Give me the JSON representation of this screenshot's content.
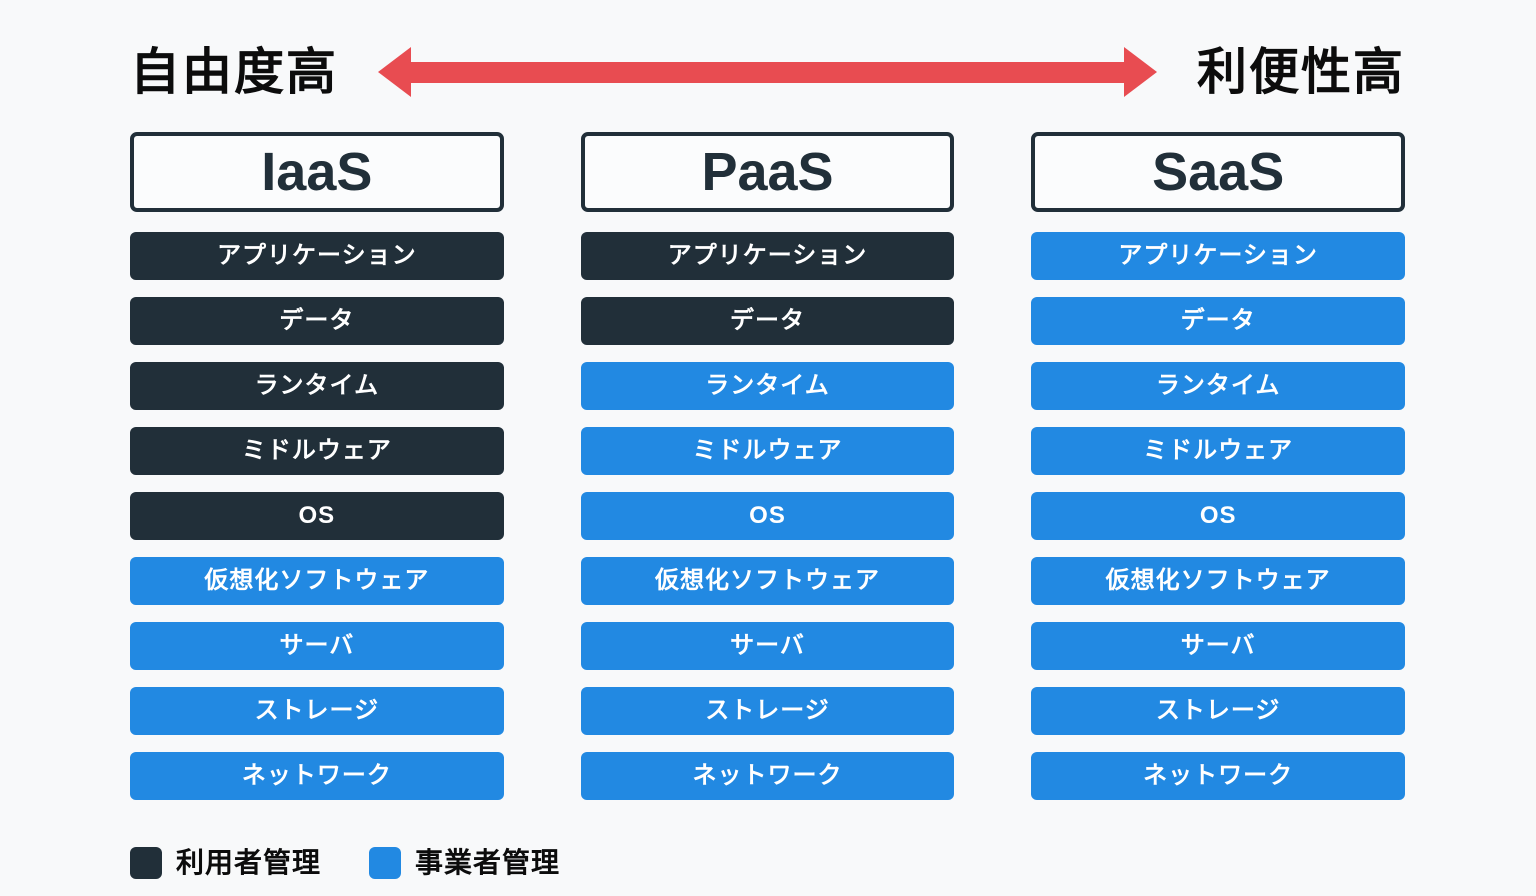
{
  "colors": {
    "bg": "#f8f9fa",
    "dark": "#212f39",
    "blue": "#2289e2",
    "arrow": "#e84c51",
    "heading": "#0c0c0c"
  },
  "header": {
    "left_label": "自由度高",
    "right_label": "利便性高"
  },
  "columns": [
    {
      "title": "IaaS",
      "layers": [
        {
          "label": "アプリケーション",
          "managed": "user"
        },
        {
          "label": "データ",
          "managed": "user"
        },
        {
          "label": "ランタイム",
          "managed": "user"
        },
        {
          "label": "ミドルウェア",
          "managed": "user"
        },
        {
          "label": "OS",
          "managed": "user"
        },
        {
          "label": "仮想化ソフトウェア",
          "managed": "provider"
        },
        {
          "label": "サーバ",
          "managed": "provider"
        },
        {
          "label": "ストレージ",
          "managed": "provider"
        },
        {
          "label": "ネットワーク",
          "managed": "provider"
        }
      ]
    },
    {
      "title": "PaaS",
      "layers": [
        {
          "label": "アプリケーション",
          "managed": "user"
        },
        {
          "label": "データ",
          "managed": "user"
        },
        {
          "label": "ランタイム",
          "managed": "provider"
        },
        {
          "label": "ミドルウェア",
          "managed": "provider"
        },
        {
          "label": "OS",
          "managed": "provider"
        },
        {
          "label": "仮想化ソフトウェア",
          "managed": "provider"
        },
        {
          "label": "サーバ",
          "managed": "provider"
        },
        {
          "label": "ストレージ",
          "managed": "provider"
        },
        {
          "label": "ネットワーク",
          "managed": "provider"
        }
      ]
    },
    {
      "title": "SaaS",
      "layers": [
        {
          "label": "アプリケーション",
          "managed": "provider"
        },
        {
          "label": "データ",
          "managed": "provider"
        },
        {
          "label": "ランタイム",
          "managed": "provider"
        },
        {
          "label": "ミドルウェア",
          "managed": "provider"
        },
        {
          "label": "OS",
          "managed": "provider"
        },
        {
          "label": "仮想化ソフトウェア",
          "managed": "provider"
        },
        {
          "label": "サーバ",
          "managed": "provider"
        },
        {
          "label": "ストレージ",
          "managed": "provider"
        },
        {
          "label": "ネットワーク",
          "managed": "provider"
        }
      ]
    }
  ],
  "legend": [
    {
      "label": "利用者管理",
      "managed": "user"
    },
    {
      "label": "事業者管理",
      "managed": "provider"
    }
  ]
}
